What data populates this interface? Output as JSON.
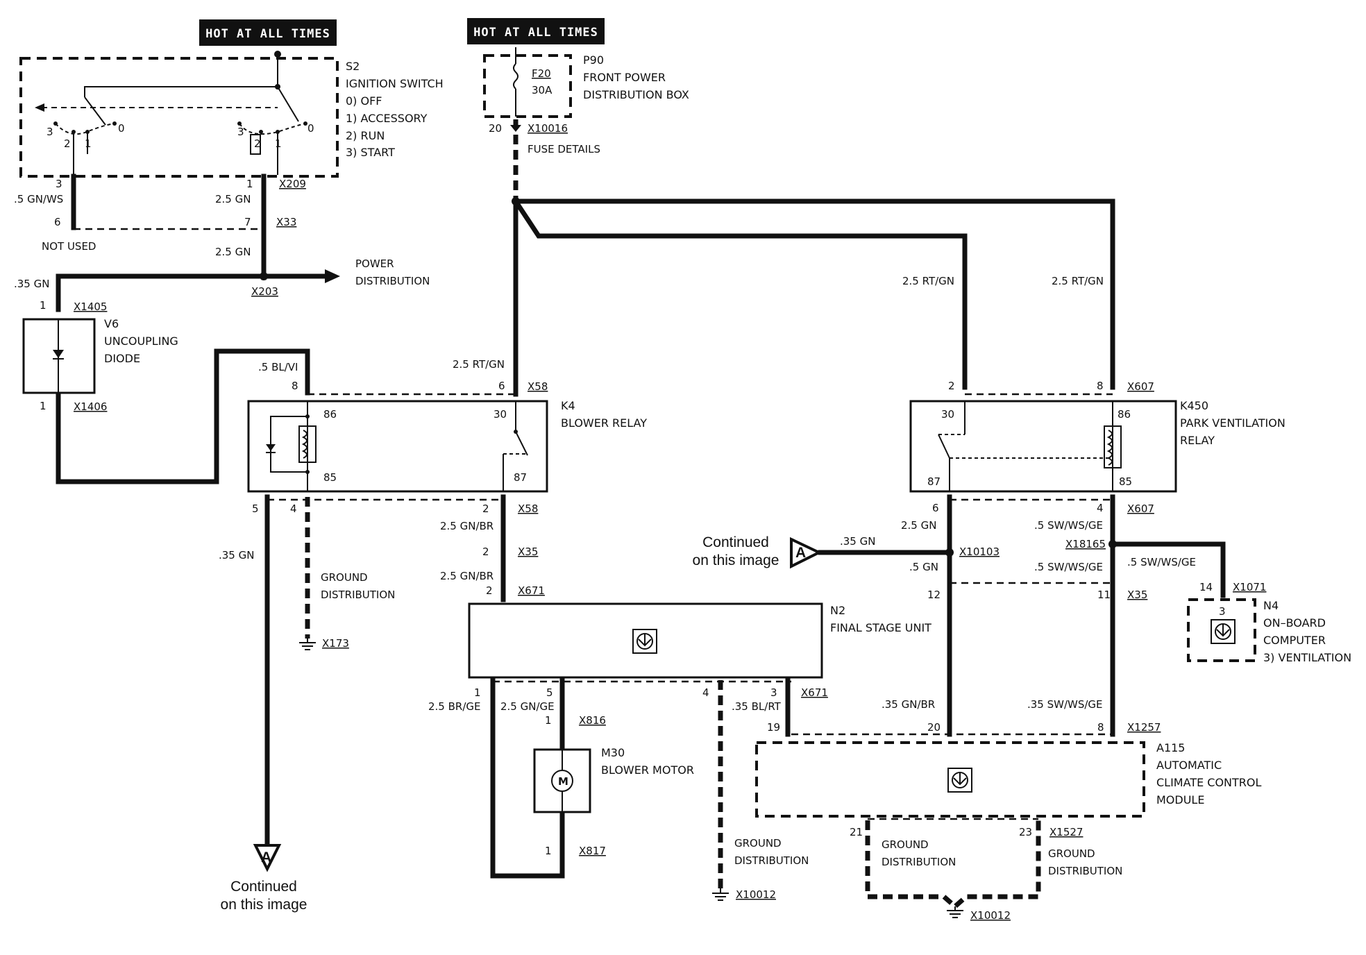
{
  "banners": {
    "hot1": "HOT AT ALL TIMES",
    "hot2": "HOT AT ALL TIMES"
  },
  "components": {
    "s2": {
      "id": "S2",
      "name": "IGNITION SWITCH",
      "pos0": "0)   OFF",
      "pos1": "1)   ACCESSORY",
      "pos2": "2)   RUN",
      "pos3": "3)   START"
    },
    "p90": {
      "id": "P90",
      "line1": "FRONT POWER",
      "line2": "DISTRIBUTION BOX",
      "fuse": "F20",
      "amps": "30A"
    },
    "fuse_details": "FUSE DETAILS",
    "v6": {
      "id": "V6",
      "line1": "UNCOUPLING",
      "line2": "DIODE"
    },
    "k4": {
      "id": "K4",
      "name": "BLOWER RELAY"
    },
    "k450": {
      "id": "K450",
      "line1": "PARK VENTILATION",
      "line2": "RELAY"
    },
    "n2": {
      "id": "N2",
      "name": "FINAL STAGE UNIT"
    },
    "n4": {
      "id": "N4",
      "line1": "ON–BOARD",
      "line2": "COMPUTER",
      "line3": "3)   VENTILATION"
    },
    "m30": {
      "id": "M30",
      "name": "BLOWER MOTOR"
    },
    "a115": {
      "id": "A115",
      "line1": "AUTOMATIC",
      "line2": "CLIMATE CONTROL",
      "line3": "MODULE"
    }
  },
  "labels": {
    "not_used": "NOT USED",
    "power_dist_1": "POWER",
    "power_dist_2": "DISTRIBUTION",
    "ground": "GROUND",
    "distribution": "DISTRIBUTION",
    "continued_1": "Continued",
    "continued_2": "on this image",
    "marker_a": "A"
  },
  "connectors": {
    "x209": "X209",
    "x33": "X33",
    "x203": "X203",
    "x1405": "X1405",
    "x1406": "X1406",
    "x10016": "X10016",
    "x58": "X58",
    "x58b": "X58",
    "x35": "X35",
    "x35b": "X35",
    "x671": "X671",
    "x671b": "X671",
    "x173": "X173",
    "x607": "X607",
    "x607b": "X607",
    "x10103": "X10103",
    "x18165": "X18165",
    "x1071": "X1071",
    "x816": "X816",
    "x817": "X817",
    "x1257": "X1257",
    "x1527": "X1527",
    "x10012a": "X10012",
    "x10012b": "X10012"
  },
  "wires": {
    "w1": ".5 GN/WS",
    "w2": "2.5 GN",
    "w3": "2.5 GN",
    "w4": ".35 GN",
    "w5": ".5 BL/VI",
    "w6": "2.5 RT/GN",
    "w7": "2.5 RT/GN",
    "w8": "2.5 RT/GN",
    "w9": ".35 GN",
    "w10": "2.5 GN/BR",
    "w11": "2.5 GN/BR",
    "w12": "2.5 GN",
    "w13": ".5 SW/WS/GE",
    "w14": ".35 GN",
    "w15": ".5 GN",
    "w16": ".5 SW/WS/GE",
    "w17": ".5 SW/WS/GE",
    "w18": "2.5 BR/GE",
    "w19": "2.5 GN/GE",
    "w20": ".35 BL/RT",
    "w21": ".35 GN/BR",
    "w22": ".35 SW/WS/GE"
  },
  "pins": {
    "p3": "3",
    "p0": "0",
    "p2": "2",
    "p1": "1",
    "p3b": "3",
    "p2b": "2",
    "p1b": "1",
    "p0b": "0",
    "s2_3": "3",
    "s2_1": "1",
    "x33_6": "6",
    "x33_7": "7",
    "v6_1": "1",
    "v6_1b": "1",
    "p90_20": "20",
    "k4_8": "8",
    "k4_6": "6",
    "k4_86": "86",
    "k4_30": "30",
    "k4_85": "85",
    "k4_87": "87",
    "k4_5": "5",
    "k4_4": "4",
    "k4_2": "2",
    "x35_2": "2",
    "x671_2": "2",
    "k450_2": "2",
    "k450_8": "8",
    "k450_30": "30",
    "k450_86": "86",
    "k450_87": "87",
    "k450_85": "85",
    "k450_6": "6",
    "k450_4": "4",
    "x35_12": "12",
    "x35_11": "11",
    "n4_14": "14",
    "n4_3": "3",
    "n2_1": "1",
    "n2_5": "5",
    "n2_4": "4",
    "n2_3": "3",
    "m30_1": "1",
    "m30_1b": "1",
    "a115_19": "19",
    "a115_20": "20",
    "a115_8": "8",
    "a115_21": "21",
    "a115_23": "23",
    "m_label": "M"
  }
}
